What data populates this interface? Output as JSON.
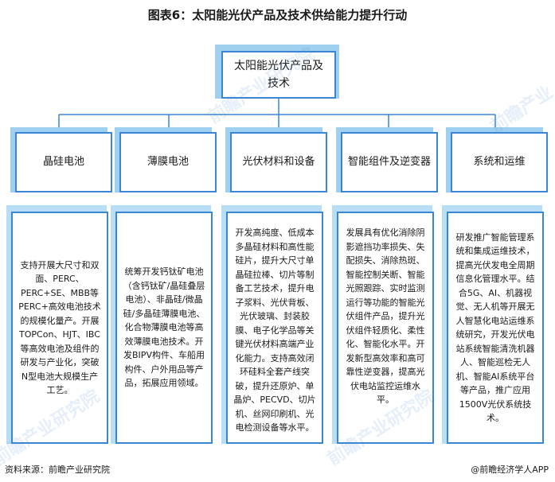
{
  "title": "图表6：太阳能光伏产品及技术供给能力提升行动",
  "root": "太阳能光伏产品及技术",
  "categories": [
    {
      "name": "晶硅电池",
      "detail": "支持开展大尺寸和双面、PERC、PERC+SE、MBB等PERC+高效电池技术的规模化量产。开展TOPCon、HJT、IBC等高效电池及组件的研发与产业化，突破N型电池大规模生产工艺。"
    },
    {
      "name": "薄膜电池",
      "detail": "统筹开发钙钛矿电池（含钙钛矿/晶硅叠层电池）、非晶硅/微晶硅/多晶硅薄膜电池、化合物薄膜电池等高效薄膜电池技术。开发BIPV构件、车船用构件、户外用品等产品，拓展应用领域。"
    },
    {
      "name": "光伏材料和设备",
      "detail": "开发高纯度、低成本多晶硅材料和高性能硅片，提升大尺寸单晶硅拉棒、切片等制备工艺技术，提升电子浆料、光伏背板、光伏玻璃、封装胶膜、电子化学品等关键光伏材料高端产业化能力。支持高效闭环硅料全套产线突破，提升还原炉、单晶炉、PECVD、切片机、丝网印刷机、光电检测设备等水平。"
    },
    {
      "name": "智能组件及逆变器",
      "detail": "发展具有优化消除阴影遮挡功率损失、失配损失、消除热斑、智能控制关断、智能光照跟踪、实时监测运行等功能的智能光伏组件产品，提升光伏组件轻质化、柔性化、智能化水平。开发新型高效率和高可靠性逆变器，提高光伏电站监控运维水平。"
    },
    {
      "name": "系统和运维",
      "detail": "研发推广智能管理系统和集成运维技术，提高光伏发电全周期信息化管理水平。结合5G、AI、机器视觉、无人机等开展无人智慧化电站运维系统研究，开发光伏电站系统智能清洗机器人、智能巡检无人机、智能AI系统平台等产品，推广应用1500V光伏系统技术。"
    }
  ],
  "watermark": "前瞻产业研究院",
  "source": "资料来源：前瞻产业研究院",
  "credit": "@前瞻经济学人APP"
}
